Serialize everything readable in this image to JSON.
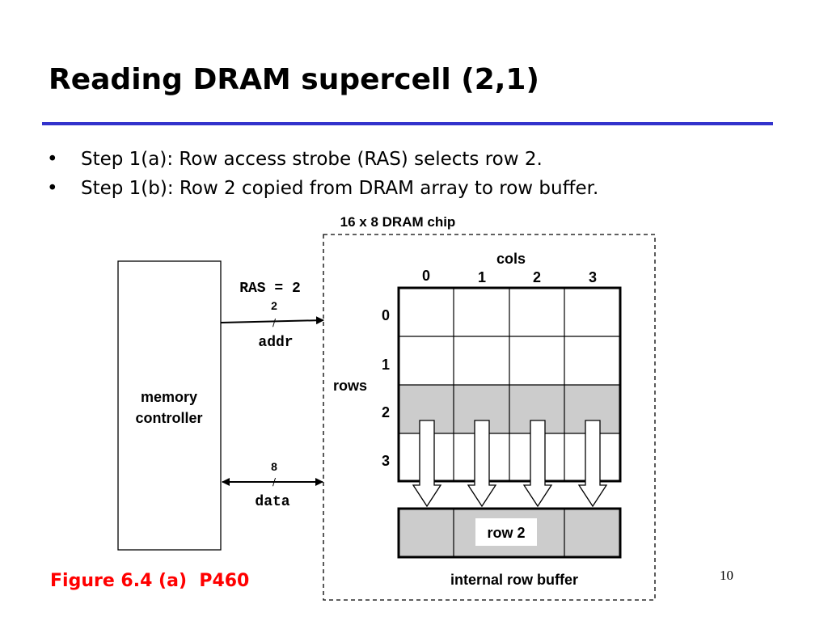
{
  "slide": {
    "title": "Reading DRAM supercell (2,1)",
    "bullets": [
      "Step 1(a): Row access strobe (RAS) selects row 2.",
      "Step 1(b): Row 2 copied from DRAM array to row buffer."
    ],
    "bullet_marker": "•",
    "figure_caption": "Figure 6.4 (a)  P460",
    "page_number": "10"
  },
  "diagram": {
    "chip_label": "16 x 8 DRAM chip",
    "controller_label_line1": "memory",
    "controller_label_line2": "controller",
    "ras_label": "RAS = 2",
    "addr_width": "2",
    "addr_label": "addr",
    "data_width": "8",
    "data_label": "data",
    "slash": "/",
    "cols_label": "cols",
    "rows_label": "rows",
    "col_indices": [
      "0",
      "1",
      "2",
      "3"
    ],
    "row_indices": [
      "0",
      "1",
      "2",
      "3"
    ],
    "selected_row": 2,
    "row_buffer_content": "row 2",
    "row_buffer_label": "internal row buffer",
    "colors": {
      "highlight_fill": "#cccccc",
      "rule": "#3333cc",
      "caption": "#ff0000"
    }
  }
}
